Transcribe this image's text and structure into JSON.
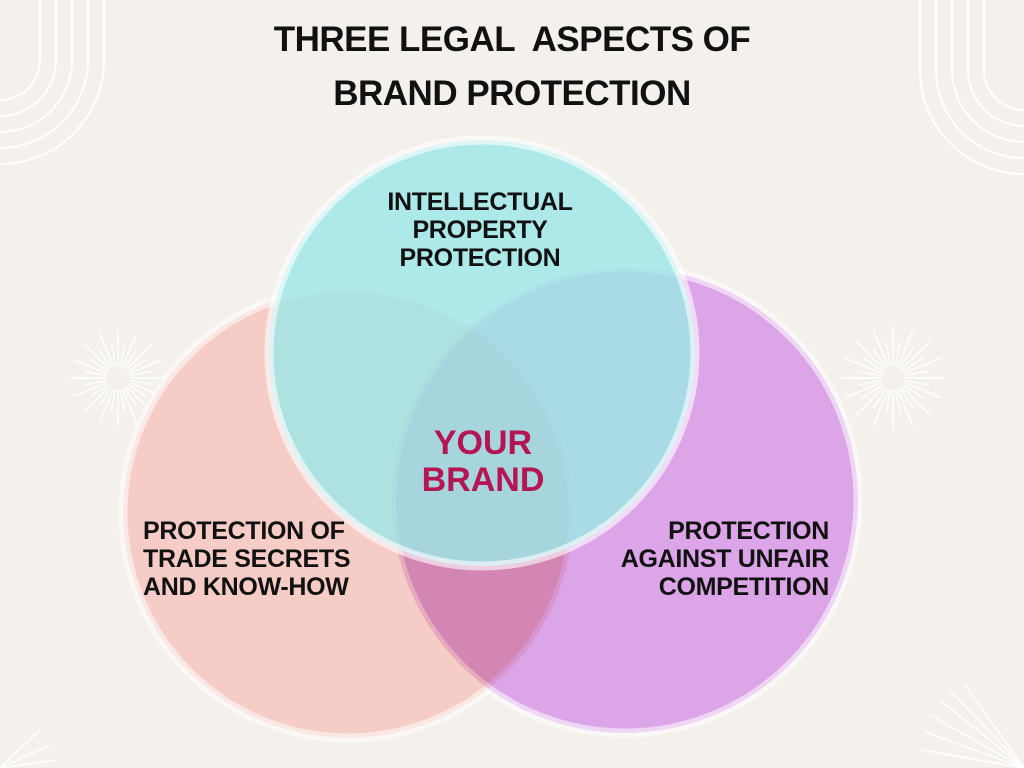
{
  "title": {
    "line1": "THREE LEGAL  ASPECTS OF",
    "line2": "BRAND PROTECTION"
  },
  "circles": {
    "ip": {
      "lines": [
        "INTELLECTUAL",
        "PROPERTY",
        "PROTECTION"
      ],
      "color": "#9ee6e6"
    },
    "trade_secrets": {
      "lines": [
        "PROTECTION OF",
        "TRADE SECRETS",
        "AND KNOW-HOW"
      ],
      "color": "#f5cdc6"
    },
    "unfair_competition": {
      "lines": [
        "PROTECTION",
        "AGAINST UNFAIR",
        "COMPETITION"
      ],
      "color": "#dca5e8"
    }
  },
  "center": {
    "lines": [
      "YOUR",
      "BRAND"
    ],
    "color": "#b51552"
  },
  "colors": {
    "background": "#f4f0eb",
    "text": "#111111",
    "decoration": "#ffffff"
  }
}
